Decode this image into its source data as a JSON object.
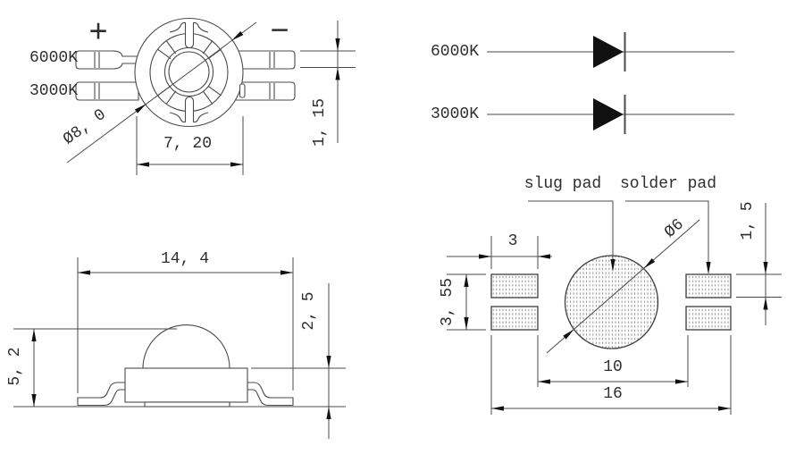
{
  "colors": {
    "background": "#ffffff",
    "line": "#4b4b4b",
    "text": "#2e2e2e",
    "arrow": "#111111",
    "pad_dot": "#8f8f8f"
  },
  "top_view": {
    "polarity_positive": "+",
    "polarity_negative": "−",
    "lead_top_label": "6000K",
    "lead_bottom_label": "3000K",
    "dim_body_diameter": "Ø8, 0",
    "dim_body_width": "7, 20",
    "dim_lead_thickness": "1, 15"
  },
  "circuit": {
    "diodes": [
      {
        "label": "6000K"
      },
      {
        "label": "3000K"
      }
    ]
  },
  "side_view": {
    "dim_overall_length": "14, 4",
    "dim_overall_height": "5, 2",
    "dim_body_height": "2, 5"
  },
  "pad_layout": {
    "slug_pad_label": "slug pad",
    "solder_pad_label": "solder pad",
    "dim_pad_width": "3",
    "dim_pad_pair_height": "3, 55",
    "dim_slug_diameter": "Ø6",
    "dim_pad_height": "1, 5",
    "dim_pads_inner_span": "10",
    "dim_pads_outer_span": "16"
  }
}
